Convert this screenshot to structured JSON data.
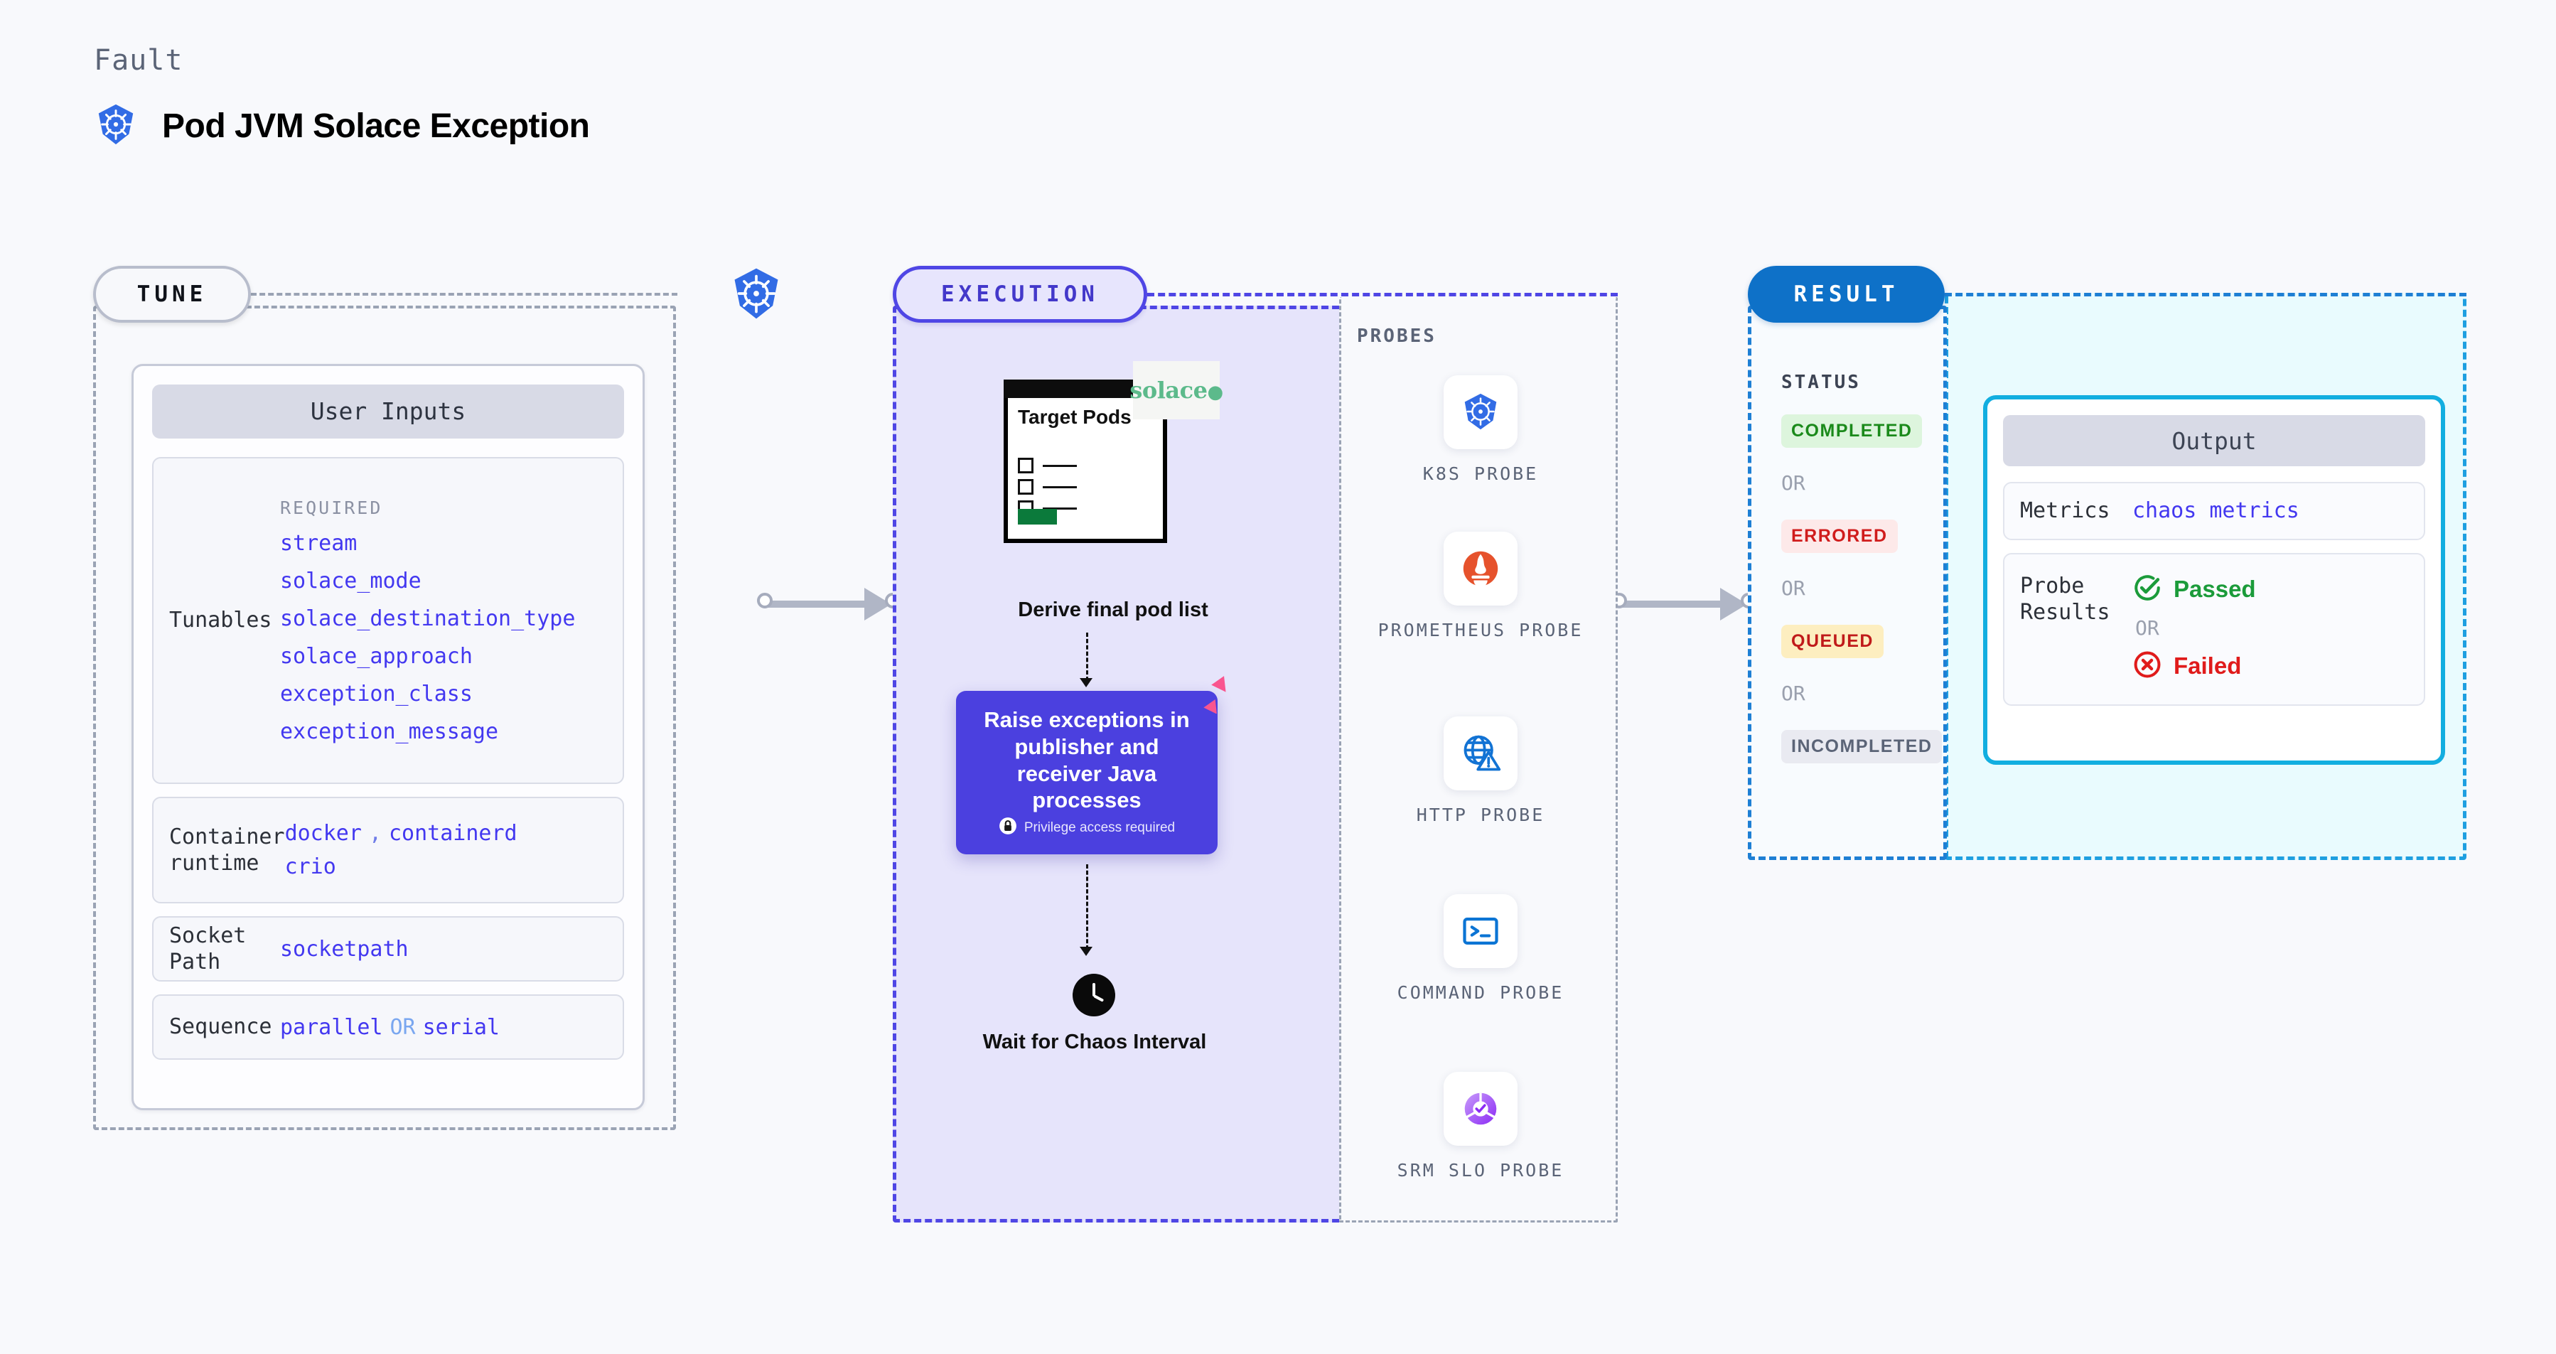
{
  "header": {
    "eyebrow": "Fault",
    "title": "Pod JVM Solace Exception",
    "icon": "kubernetes-icon"
  },
  "tune": {
    "pill_label": "TUNE",
    "card_title": "User Inputs",
    "required_label": "REQUIRED",
    "tunables_label": "Tunables",
    "tunables": [
      "stream",
      "solace_mode",
      "solace_destination_type",
      "solace_approach",
      "exception_class",
      "exception_message"
    ],
    "rows": [
      {
        "label": "Container runtime",
        "values": [
          "docker",
          "containerd",
          "crio"
        ],
        "separator": ","
      },
      {
        "label": "Socket Path",
        "values": [
          "socketpath"
        ]
      },
      {
        "label": "Sequence",
        "values": [
          "parallel",
          "serial"
        ],
        "separator": "OR"
      }
    ]
  },
  "execution": {
    "pill_label": "EXECUTION",
    "pods_card": {
      "title": "Target Pods",
      "brand": "solace",
      "checkbox_count": 3
    },
    "step1_caption": "Derive final pod list",
    "action_card": {
      "text": "Raise exceptions in publisher and receiver Java processes",
      "privilege_note": "Privilege access required",
      "icon": "lock-icon",
      "ribbon": "litmus-ribbon-icon"
    },
    "step3_caption": "Wait for Chaos Interval",
    "probes_title": "PROBES",
    "probes": [
      {
        "label": "K8S PROBE",
        "icon": "kubernetes-icon"
      },
      {
        "label": "PROMETHEUS PROBE",
        "icon": "prometheus-icon"
      },
      {
        "label": "HTTP PROBE",
        "icon": "http-globe-icon"
      },
      {
        "label": "COMMAND PROBE",
        "icon": "terminal-icon"
      },
      {
        "label": "SRM SLO PROBE",
        "icon": "srm-slo-icon"
      }
    ]
  },
  "result": {
    "pill_label": "RESULT",
    "status_title": "STATUS",
    "or_label": "OR",
    "statuses": [
      {
        "label": "COMPLETED",
        "bg": "#ddf5dd",
        "fg": "#1b8a1b"
      },
      {
        "label": "ERRORED",
        "bg": "#fde9e9",
        "fg": "#d01c1c"
      },
      {
        "label": "QUEUED",
        "bg": "#fdeec0",
        "fg": "#c01a1a"
      },
      {
        "label": "INCOMPLETED",
        "bg": "#e9eaf1",
        "fg": "#5b6477"
      }
    ],
    "output": {
      "title": "Output",
      "metrics_label": "Metrics",
      "metrics_value": "chaos metrics",
      "probe_results_label": "Probe Results",
      "passed": "Passed",
      "failed": "Failed",
      "or_label": "OR"
    }
  },
  "colors": {
    "accent_purple": "#4f46e5",
    "accent_blue": "#0e71c8",
    "accent_cyan": "#12aee0",
    "token_blue": "#4338f0",
    "pass_green": "#1b9b3a",
    "fail_red": "#e01b1b",
    "solace_green": "#5cba8b",
    "litmus_pink": "#f9558f"
  }
}
